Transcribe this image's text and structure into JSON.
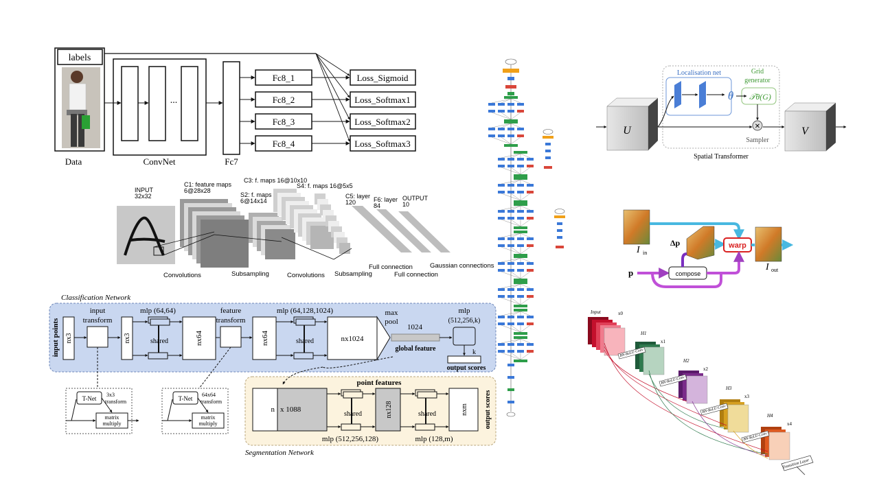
{
  "attribute_net": {
    "labels": "labels",
    "data_label": "Data",
    "convnet_label": "ConvNet",
    "fc7_label": "Fc7",
    "ellipsis": "...",
    "fc8": [
      "Fc8_1",
      "Fc8_2",
      "Fc8_3",
      "Fc8_4"
    ],
    "losses": [
      "Loss_Sigmoid",
      "Loss_Softmax1",
      "Loss_Softmax2",
      "Loss_Softmax3"
    ]
  },
  "lenet": {
    "input": [
      "INPUT",
      "32x32"
    ],
    "c1": [
      "C1: feature maps",
      "6@28x28"
    ],
    "s2": [
      "S2: f. maps",
      "6@14x14"
    ],
    "c3": [
      "C3: f. maps 16@10x10"
    ],
    "s4": [
      "S4: f. maps 16@5x5"
    ],
    "c5": [
      "C5: layer",
      "120"
    ],
    "f6": [
      "F6: layer",
      "84"
    ],
    "output": [
      "OUTPUT",
      "10"
    ],
    "bottom": [
      "Convolutions",
      "Subsampling",
      "Convolutions",
      "Subsampling",
      "Full connection",
      "Full connection",
      "Gaussian connections"
    ]
  },
  "pointnet": {
    "classification_title": "Classification Network",
    "segmentation_title": "Segmentation Network",
    "input_points": "input points",
    "input_transform": [
      "input",
      "transform"
    ],
    "feature_transform": [
      "feature",
      "transform"
    ],
    "mlp1": "mlp (64,64)",
    "mlp2": "mlp (64,128,1024)",
    "mlp3": [
      "mlp",
      "(512,256,k)"
    ],
    "shared": "shared",
    "nx3": "nx3",
    "nx64": "nx64",
    "nx1024": "nx1024",
    "max_pool": [
      "max",
      "pool"
    ],
    "dim1024": "1024",
    "global_feature": "global feature",
    "k": "k",
    "output_scores": "output scores",
    "tnet": "T-Net",
    "tnet1_transform": [
      "3x3",
      "transform"
    ],
    "tnet2_transform": [
      "64x64",
      "transform"
    ],
    "matrix_multiply": [
      "matrix",
      "multiply"
    ],
    "point_features": "point features",
    "n": "n",
    "x1088": "x 1088",
    "nx128": "nx128",
    "nxm": "nxm",
    "mlp4": "mlp (512,256,128)",
    "mlp5": "mlp (128,m)"
  },
  "spatial_transformer": {
    "localisation_net": "Localisation net",
    "grid_generator": [
      "Grid",
      "generator"
    ],
    "theta": "θ",
    "t_theta": "𝒯θ(G)",
    "sampler": "Sampler",
    "u": "U",
    "v": "V",
    "caption": "Spatial Transformer"
  },
  "compositional_stn": {
    "i_in": "I",
    "i_in_sub": "in",
    "i_out": "I",
    "i_out_sub": "out",
    "delta_p": "Δp",
    "p": "p",
    "warp": "warp",
    "compose": "compose"
  },
  "densenet": {
    "input": "Input",
    "x_labels": [
      "x0",
      "x1",
      "x2",
      "x3",
      "x4"
    ],
    "h_labels": [
      "H1",
      "H2",
      "H3",
      "H4"
    ],
    "block_labels": [
      "BN-ReLU-Conv",
      "BN-ReLU-Conv",
      "BN-ReLU-Conv",
      "BN-ReLU-Conv"
    ],
    "transition": "Transition Layer"
  },
  "colors": {
    "pointnet_cls_bg": "#c9d7f0",
    "pointnet_seg_bg": "#fcf3de",
    "inception_blue": "#3a78d8",
    "inception_green": "#2e9e4a",
    "inception_red": "#d9463a",
    "inception_orange": "#f0a019",
    "stn_blue": "#4a7ed6",
    "warp_red": "#d92020",
    "cyan_arrow": "#48b8e0",
    "magenta_arrow": "#c050d8",
    "dense_red": "#c4102c",
    "dense_green": "#2f7a4e",
    "dense_purple": "#7a2a8a",
    "dense_gold": "#d6a020",
    "dense_orange": "#e05a20"
  }
}
